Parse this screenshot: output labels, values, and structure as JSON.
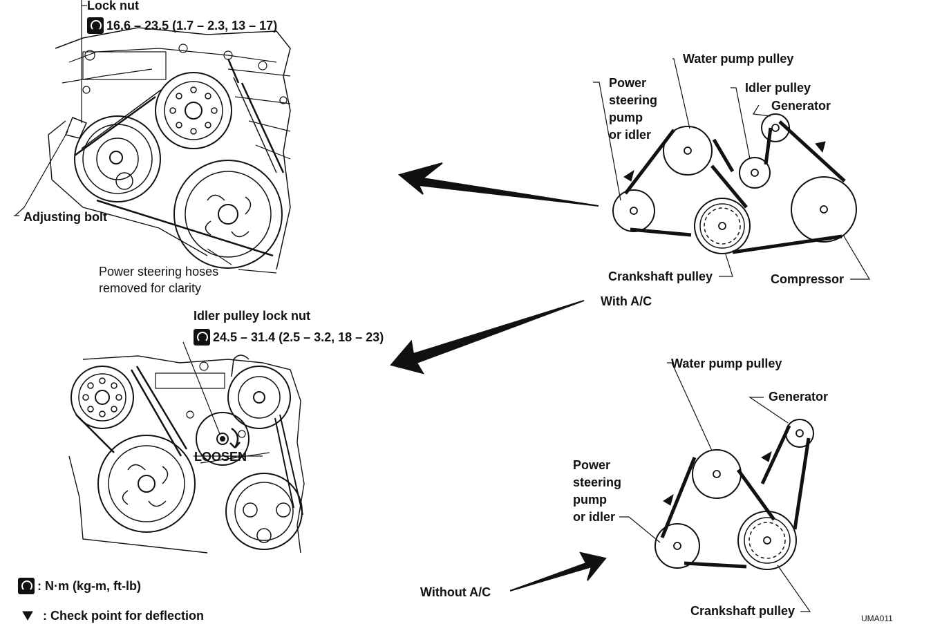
{
  "labels": {
    "lock_nut": "Lock nut",
    "torque_top": "16.6 – 23.5 (1.7 – 2.3, 13 – 17)",
    "adjusting_bolt": "Adjusting bolt",
    "ps_hoses_1": "Power steering hoses",
    "ps_hoses_2": "removed for clarity",
    "idler_lock_nut": "Idler pulley lock nut",
    "torque_bottom": "24.5 – 31.4 (2.5 – 3.2, 18 – 23)",
    "loosen": "LOOSEN",
    "ac_water_pump": "Water pump pulley",
    "ac_ps_1": "Power",
    "ac_ps_2": "steering",
    "ac_ps_3": "pump",
    "ac_ps_4": "or idler",
    "ac_idler": "Idler pulley",
    "ac_generator": "Generator",
    "ac_crankshaft": "Crankshaft pulley",
    "ac_compressor": "Compressor",
    "with_ac": "With A/C",
    "nac_water_pump": "Water pump pulley",
    "nac_generator": "Generator",
    "nac_ps_1": "Power",
    "nac_ps_2": "steering",
    "nac_ps_3": "pump",
    "nac_ps_4": "or idler",
    "nac_crankshaft": "Crankshaft pulley",
    "without_ac": "Without A/C",
    "legend_torque": ": N·m (kg-m, ft-lb)",
    "legend_check": ": Check point for deflection",
    "figure_id": "UMA011"
  },
  "icons": {
    "torque": "torque-wrench-icon",
    "check_point": "deflection-triangle-icon"
  },
  "colors": {
    "ink": "#111111",
    "paper": "#ffffff"
  }
}
